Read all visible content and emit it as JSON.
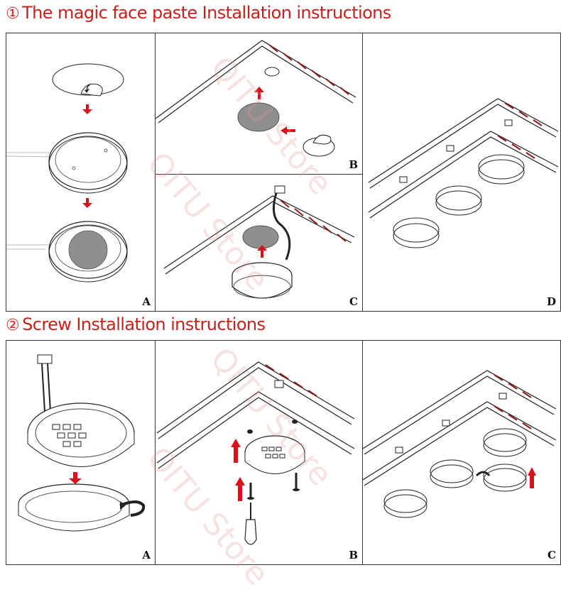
{
  "sections": [
    {
      "number": "①",
      "title": "The magic face paste Installation instructions",
      "panels": [
        {
          "label": "A"
        },
        {
          "label": "B"
        },
        {
          "label": "C"
        },
        {
          "label": "D"
        }
      ]
    },
    {
      "number": "②",
      "title": "Screw Installation instructions",
      "panels": [
        {
          "label": "A"
        },
        {
          "label": "B"
        },
        {
          "label": "C"
        }
      ]
    }
  ],
  "watermark": "QITU Store",
  "colors": {
    "title_number": "#d9251d",
    "title_text": "#c8211c",
    "arrow": "#d8121b",
    "line": "#222222",
    "hatch": "#8a1d1d",
    "paste": "#8f8f8f",
    "watermark": "#e29696"
  },
  "icons": [
    "down-arrow-icon",
    "up-arrow-icon",
    "rotate-arrow-icon",
    "screw-icon",
    "screwdriver-icon",
    "connector-plug-icon"
  ]
}
